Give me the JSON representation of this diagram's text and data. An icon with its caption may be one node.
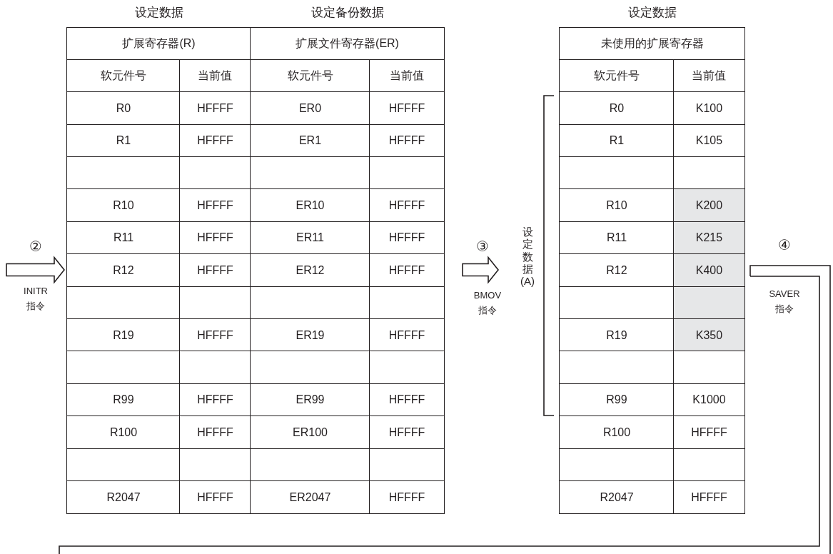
{
  "diagram": {
    "nodes": [
      {
        "text": [
          "设定数据",
          "扩展寄存器(R)",
          "软元件号",
          "当前值",
          "R0",
          "HFFFF",
          "R1",
          "HFFFF",
          "R10",
          "HFFFF",
          "R11",
          "HFFFF",
          "R12",
          "HFFFF",
          "R19",
          "HFFFF",
          "R99",
          "HFFFF",
          "R100",
          "HFFFF",
          "R2047",
          "HFFFF"
        ]
      },
      {
        "text": [
          "设定备份数据",
          "扩展文件寄存器(ER)",
          "软元件号",
          "当前值",
          "ER0",
          "HFFFF",
          "ER1",
          "HFFFF",
          "ER10",
          "HFFFF",
          "ER11",
          "HFFFF",
          "ER12",
          "HFFFF",
          "ER19",
          "HFFFF",
          "ER99",
          "HFFFF",
          "ER100",
          "HFFFF",
          "ER2047",
          "HFFFF"
        ]
      },
      {
        "text": [
          "设定数据",
          "未使用的扩展寄存器",
          "软元件号",
          "当前值",
          "R0",
          "K100",
          "R1",
          "K105",
          "R10",
          "K200",
          "R11",
          "K215",
          "R12",
          "K400",
          "R19",
          "K350",
          "R99",
          "K1000",
          "R100",
          "HFFFF",
          "R2047",
          "HFFFF"
        ]
      },
      {
        "text": [
          "设定数据(A)"
        ]
      }
    ],
    "edges": [
      {
        "from": null,
        "to": 0,
        "arrow": "to",
        "label": "INITR 指令"
      },
      {
        "from": 1,
        "to": 3,
        "arrow": "to",
        "label": "BMOV 指令"
      },
      {
        "from": 2,
        "to": null,
        "arrow": "none",
        "label": "SAVER 指令"
      }
    ],
    "labels": [
      "②",
      "③",
      "④"
    ]
  }
}
